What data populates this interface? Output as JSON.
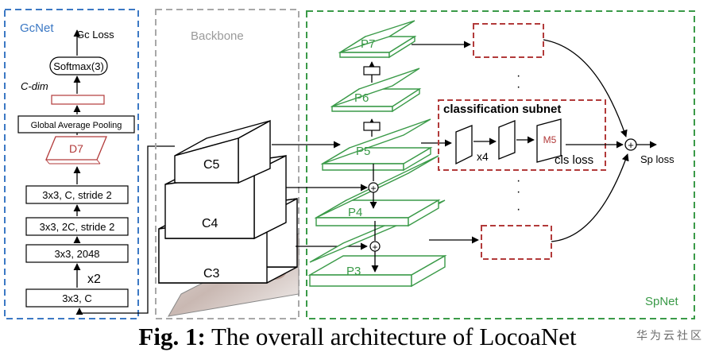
{
  "gcnet": {
    "title": "GcNet",
    "loss": "Gc Loss",
    "softmax": "Softmax(3)",
    "cdim": "C-dim",
    "gap": "Global Average Pooling",
    "d7": "D7",
    "conv1": "3x3, C, stride 2",
    "conv2": "3x3, 2C, stride 2",
    "conv3": "3x3, 2048",
    "repeat": "x2",
    "conv4": "3x3, C"
  },
  "backbone": {
    "title": "Backbone",
    "layers": [
      "C5",
      "C4",
      "C3"
    ]
  },
  "spnet": {
    "title": "SpNet",
    "pyramid": [
      "P7",
      "P6",
      "P5",
      "P4",
      "P3"
    ],
    "subnet": "classification subnet",
    "repeat": "x4",
    "m5": "M5",
    "cls_loss": "cls loss",
    "sp_loss": "Sp loss",
    "plus": "+"
  },
  "caption": {
    "label": "Fig. 1:",
    "text": " The overall architecture of LocoaNet"
  },
  "watermark": "华为云社区",
  "colors": {
    "gcnet_border": "#3b78c4",
    "backbone_border": "#a8a8a8",
    "spnet_border": "#3a9a48",
    "pyramid_green": "#3a9a48",
    "red": "#b23a3a"
  }
}
